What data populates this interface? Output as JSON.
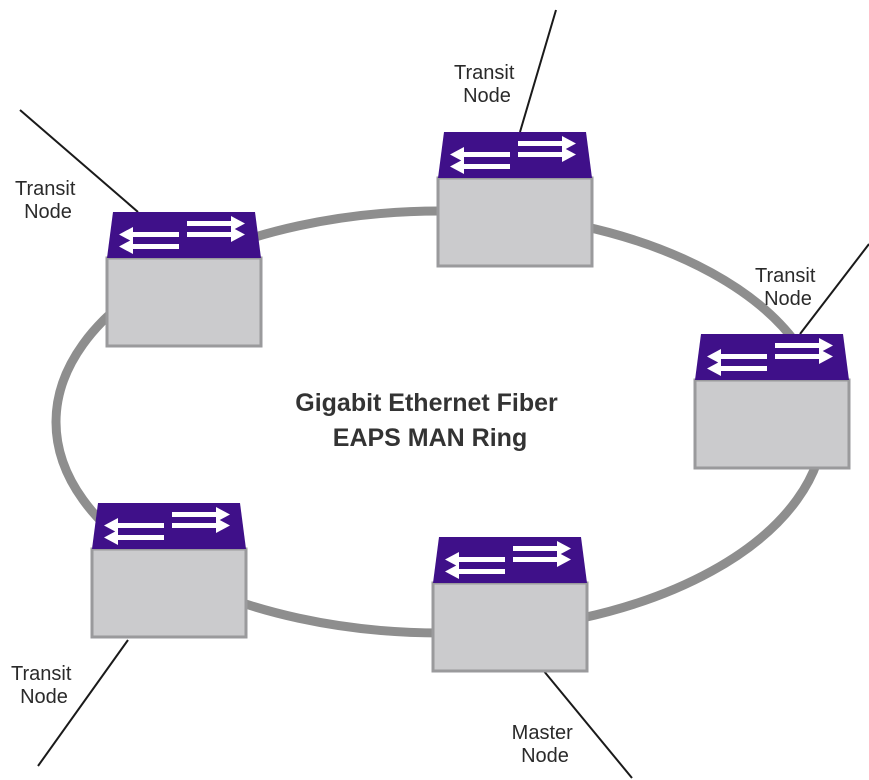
{
  "title": {
    "line1": "Gigabit Ethernet Fiber",
    "line2": "EAPS MAN Ring"
  },
  "colors": {
    "ring": "#8e8e8e",
    "switch_top": "#3f1089",
    "switch_body": "#cbcbcd",
    "switch_edge": "#9a9a9c",
    "arrow": "#ffffff",
    "uplink": "#1a1a1a"
  },
  "nodes": [
    {
      "id": "top",
      "role": "transit",
      "label_line1": "Transit",
      "label_line2": "Node",
      "icon": "network-switch-icon"
    },
    {
      "id": "upper-left",
      "role": "transit",
      "label_line1": "Transit",
      "label_line2": "Node",
      "icon": "network-switch-icon"
    },
    {
      "id": "right",
      "role": "transit",
      "label_line1": "Transit",
      "label_line2": "Node",
      "icon": "network-switch-icon"
    },
    {
      "id": "lower-left",
      "role": "transit",
      "label_line1": "Transit",
      "label_line2": "Node",
      "icon": "network-switch-icon"
    },
    {
      "id": "bottom",
      "role": "master",
      "label_line1": "Master",
      "label_line2": "Node",
      "icon": "network-switch-icon"
    }
  ]
}
